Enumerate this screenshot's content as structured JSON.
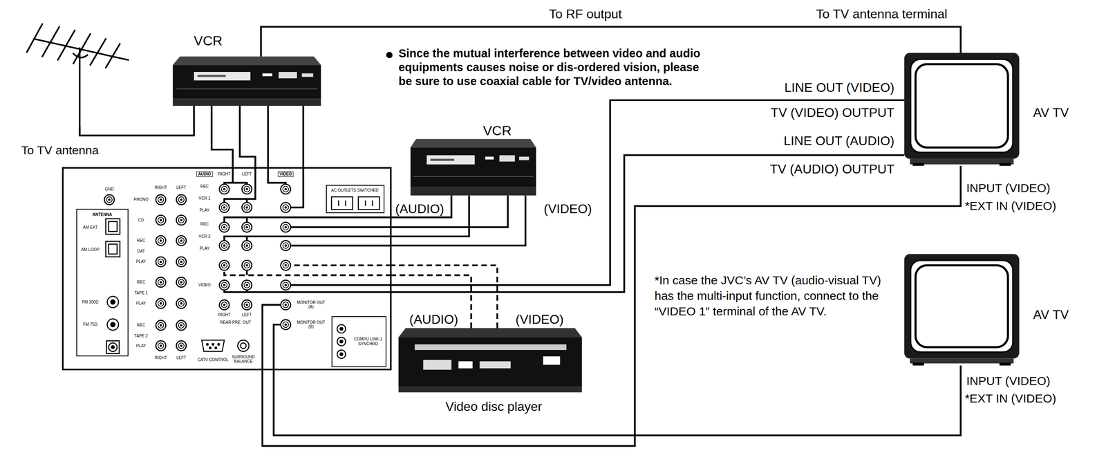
{
  "diagram": {
    "nodes": [
      {
        "text": [
          "To TV antenna"
        ]
      },
      {
        "text": [
          "VCR"
        ]
      },
      {
        "text": [
          "GND",
          "RIGHT",
          "LEFT",
          "PHONO",
          "CD",
          "REC",
          "DAT",
          "PLAY",
          "REC",
          "TAPE 1",
          "PLAY",
          "REC",
          "TAPE 2",
          "PLAY",
          "RIGHT",
          "LEFT",
          "AUDIO",
          "RIGHT",
          "LEFT",
          "VIDEO",
          "REC",
          "VCR 1",
          "PLAY",
          "REC",
          "VCR 2",
          "PLAY",
          "VIDEO",
          "RIGHT",
          "LEFT",
          "REAR PRE. OUT",
          "MONITOR OUT (A)",
          "MONITOR OUT (B)",
          "CATV CONTROL",
          "SURROUND BALANCE"
        ]
      },
      {
        "text": [
          "ANTENNA",
          "AM EXT",
          "AM LOOP",
          "FM 300Ω",
          "FM 75Ω"
        ],
        "in": 2
      },
      {
        "text": [
          "AC OUTLETS SWITCHED"
        ],
        "in": 2
      },
      {
        "text": [
          "COMPU LINK-1 SYNCHRO"
        ],
        "in": 2
      },
      {
        "text": [
          "VCR"
        ]
      },
      {
        "text": [
          "AV TV"
        ]
      },
      {
        "text": [
          "Video disc player"
        ]
      },
      {
        "text": [
          "AV TV"
        ]
      }
    ],
    "edges": [
      {
        "from": 0,
        "to": 1,
        "arrow": "none"
      },
      {
        "from": 1,
        "to": 7,
        "arrow": "none"
      },
      {
        "from": 1,
        "to": 2,
        "arrow": "none"
      },
      {
        "from": 1,
        "to": 2,
        "arrow": "none"
      },
      {
        "from": 1,
        "to": 2,
        "arrow": "none"
      },
      {
        "from": 1,
        "to": 2,
        "arrow": "none"
      },
      {
        "from": 6,
        "to": 2,
        "arrow": "none"
      },
      {
        "from": 6,
        "to": 2,
        "arrow": "none"
      },
      {
        "from": 6,
        "to": 2,
        "arrow": "none"
      },
      {
        "from": 6,
        "to": 2,
        "arrow": "none"
      },
      {
        "from": 8,
        "to": 2,
        "arrow": "none"
      },
      {
        "from": 8,
        "to": 2,
        "arrow": "none"
      },
      {
        "from": 7,
        "to": 2,
        "arrow": "none"
      },
      {
        "from": 7,
        "to": 2,
        "arrow": "none"
      },
      {
        "from": 2,
        "to": 7,
        "arrow": "none"
      },
      {
        "from": 2,
        "to": 9,
        "arrow": "none"
      }
    ],
    "labels": [
      "To RF output",
      "To TV antenna terminal",
      "Since the mutual interference between video and audio equipments causes noise or dis-ordered vision, please be sure to use coaxial cable for TV/video antenna.",
      "LINE OUT (VIDEO)",
      "TV (VIDEO) OUTPUT",
      "LINE OUT (AUDIO)",
      "TV (AUDIO) OUTPUT",
      "INPUT (VIDEO)",
      "*EXT IN (VIDEO)",
      "(AUDIO)",
      "(VIDEO)",
      "(AUDIO)",
      "(VIDEO)",
      "*In case the JVC’s AV TV (audio-visual TV) has the multi-input function, connect to the “VIDEO 1” terminal of the AV TV.",
      "INPUT (VIDEO)",
      "*EXT IN (VIDEO)"
    ]
  }
}
